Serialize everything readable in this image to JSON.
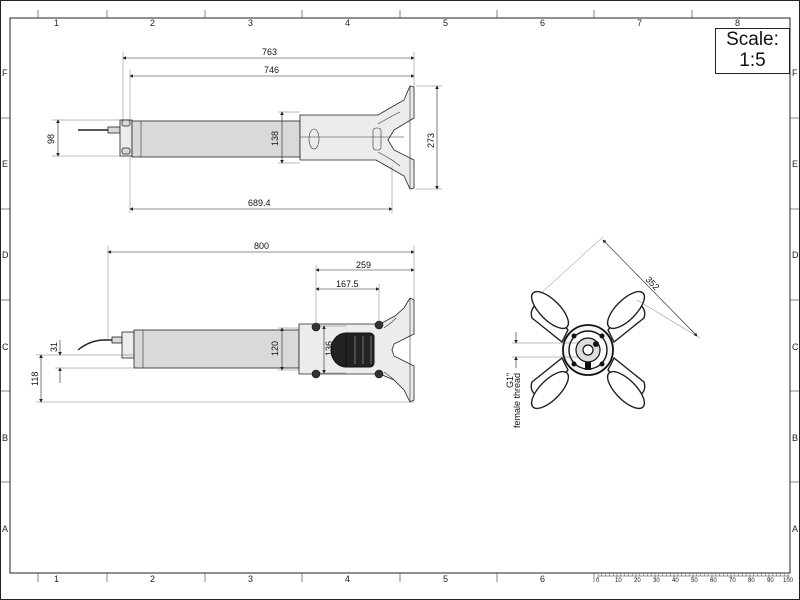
{
  "scale": {
    "title": "Scale:",
    "value": "1:5"
  },
  "grid": {
    "columns": [
      "1",
      "2",
      "3",
      "4",
      "5",
      "6",
      "7",
      "8"
    ],
    "rows": [
      "F",
      "E",
      "D",
      "C",
      "B",
      "A"
    ]
  },
  "ruler": {
    "ticks": [
      "0",
      "10",
      "20",
      "30",
      "40",
      "50",
      "60",
      "70",
      "80",
      "90",
      "100"
    ]
  },
  "views": {
    "top": {
      "dims": {
        "overall": "763",
        "inner": "746",
        "bottom": "689.4",
        "left_height": "98",
        "mid_height": "138",
        "right_height": "273"
      }
    },
    "side": {
      "dims": {
        "overall": "800",
        "part_a": "259",
        "part_b": "167.5",
        "h_120": "120",
        "h_136": "136",
        "h_31": "31",
        "h_118": "118"
      }
    },
    "end": {
      "dims": {
        "diag": "352",
        "thread": "G1\"",
        "thread_note": "female thread"
      }
    }
  }
}
